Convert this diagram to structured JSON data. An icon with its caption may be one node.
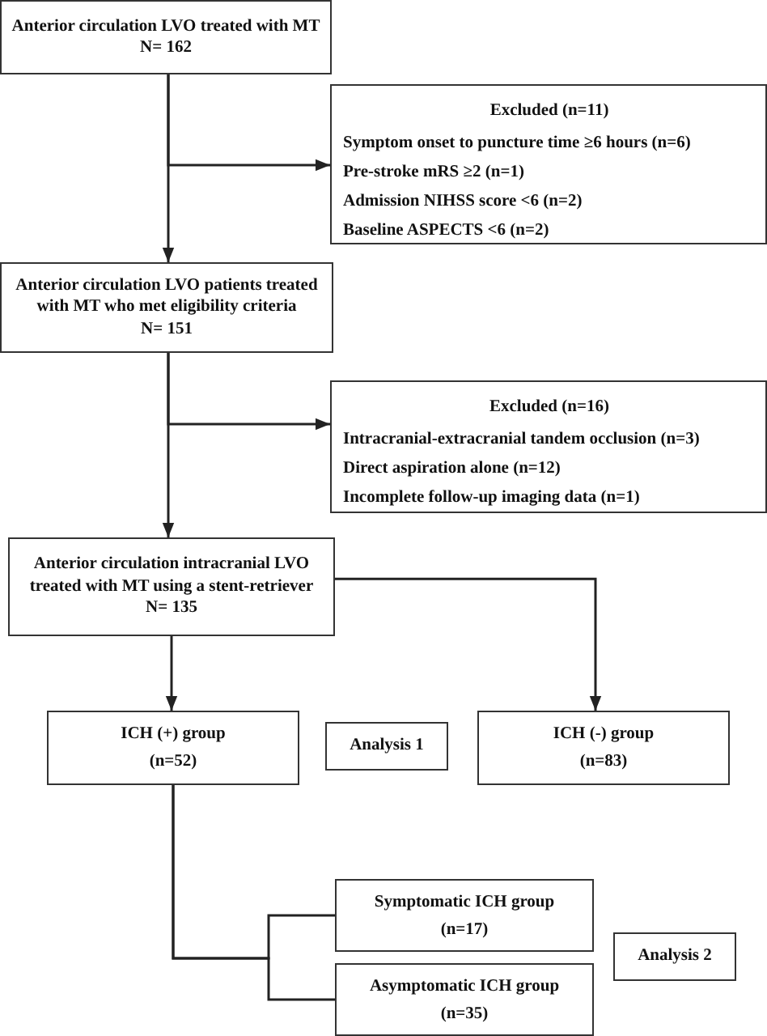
{
  "diagram": {
    "nodes": [
      {
        "text": [
          "Anterior circulation LVO treated with MT",
          "N= 162"
        ]
      },
      {
        "text": [
          "Excluded (n=11)",
          "Symptom onset to puncture time ≥6 hours (n=6)",
          "Pre-stroke mRS ≥2 (n=1)",
          "Admission NIHSS score <6 (n=2)",
          "Baseline ASPECTS <6 (n=2)"
        ]
      },
      {
        "text": [
          "Anterior circulation LVO patients treated with MT who met eligibility criteria",
          "N= 151"
        ]
      },
      {
        "text": [
          "Excluded (n=16)",
          "Intracranial-extracranial tandem occlusion (n=3)",
          "Direct aspiration alone (n=12)",
          "Incomplete follow-up imaging data (n=1)"
        ]
      },
      {
        "text": [
          "Anterior circulation intracranial LVO treated with MT using a stent-retriever",
          "N= 135"
        ]
      },
      {
        "text": [
          "ICH (+) group",
          "(n=52)"
        ]
      },
      {
        "text": [
          "Analysis 1"
        ]
      },
      {
        "text": [
          "ICH (-) group",
          "(n=83)"
        ]
      },
      {
        "text": [
          "Symptomatic ICH group",
          "(n=17)"
        ]
      },
      {
        "text": [
          "Analysis 2"
        ]
      },
      {
        "text": [
          "Asymptomatic ICH group",
          "(n=35)"
        ]
      }
    ],
    "edges": [
      {
        "from": 0,
        "to": 2,
        "arrow": "to"
      },
      {
        "from": 0,
        "to": 1,
        "arrow": "to"
      },
      {
        "from": 2,
        "to": 4,
        "arrow": "to"
      },
      {
        "from": 2,
        "to": 3,
        "arrow": "to"
      },
      {
        "from": 4,
        "to": 5,
        "arrow": "to"
      },
      {
        "from": 4,
        "to": 7,
        "arrow": "to"
      },
      {
        "from": 5,
        "to": 8,
        "arrow": "none"
      },
      {
        "from": 5,
        "to": 10,
        "arrow": "none"
      }
    ]
  }
}
